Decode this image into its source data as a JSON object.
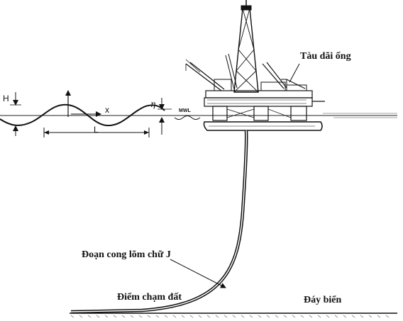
{
  "labels": {
    "vessel": "Tàu dãi ống",
    "sag_bend": "Đoạn cong lõm chữ J",
    "touchdown": "Điểm chạm đất",
    "seabed": "Đáy biển"
  },
  "symbols": {
    "wave_height": "H",
    "wave_length": "L",
    "direction": "x",
    "elevation": "η",
    "water_level": "MWL"
  },
  "colors": {
    "ink": "#111111"
  }
}
